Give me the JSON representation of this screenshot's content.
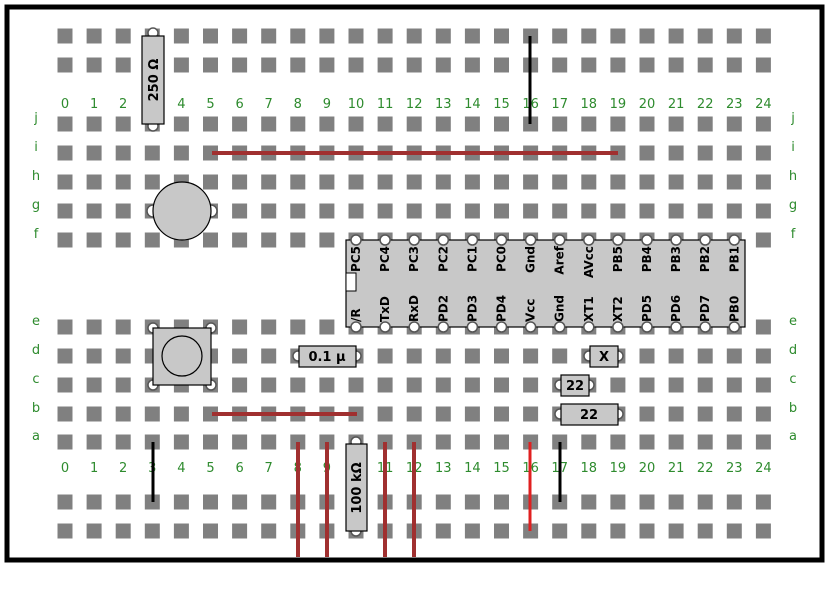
{
  "breadboard": {
    "columns": [
      "0",
      "1",
      "2",
      "3",
      "4",
      "5",
      "6",
      "7",
      "8",
      "9",
      "10",
      "11",
      "12",
      "13",
      "14",
      "15",
      "16",
      "17",
      "18",
      "19",
      "20",
      "21",
      "22",
      "23",
      "24"
    ],
    "top_rows": [
      "j",
      "i",
      "h",
      "g",
      "f"
    ],
    "bottom_rows": [
      "e",
      "d",
      "c",
      "b",
      "a"
    ]
  },
  "components": {
    "resistor_top": "250 Ω",
    "resistor_bottom": "100 kΩ",
    "capacitor": "0.1 µ",
    "crystal": "X",
    "cap_22_small": "22",
    "cap_22_large": "22"
  },
  "chip": {
    "top_pins": [
      "PC5",
      "PC4",
      "PC3",
      "PC2",
      "PC1",
      "PC0",
      "Gnd",
      "Aref",
      "AVcc",
      "PB5",
      "PB4",
      "PB3",
      "PB2",
      "PB1"
    ],
    "bottom_pins": [
      "/R",
      "TxD",
      "RxD",
      "PD2",
      "PD3",
      "PD4",
      "Vcc",
      "Gnd",
      "XT1",
      "XT2",
      "PD5",
      "PD6",
      "PD7",
      "PB0"
    ]
  },
  "colors": {
    "hole": "#808080",
    "label": "#2e8b2e",
    "wire_red_dark": "#a03030",
    "wire_red": "#e02020",
    "wire_black": "#000000",
    "component_fill": "#c8c8c8"
  }
}
